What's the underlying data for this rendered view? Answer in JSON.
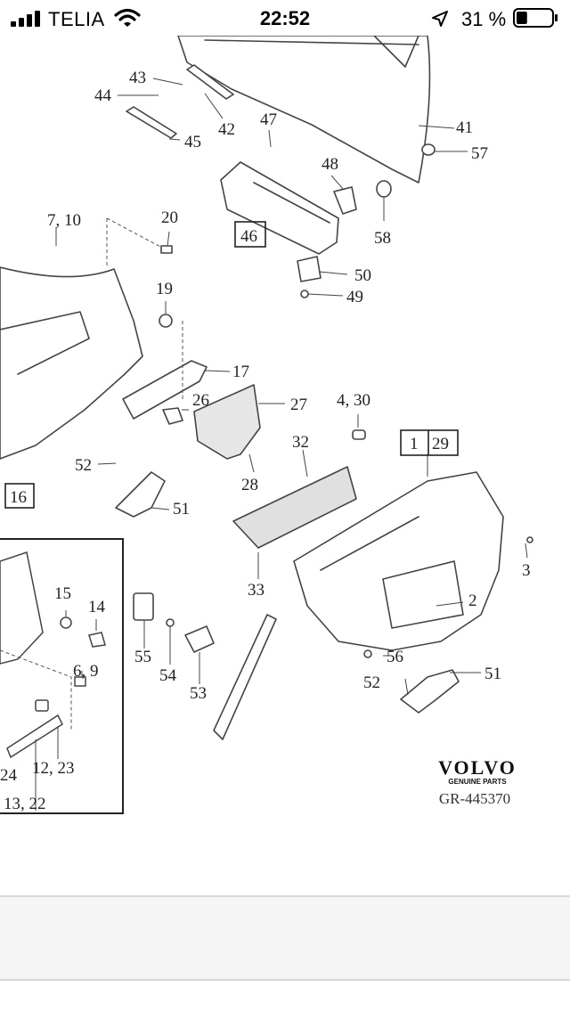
{
  "status_bar": {
    "carrier": "TELIA",
    "time": "22:52",
    "battery_percent": "31 %",
    "battery_level": 0.31,
    "signal_icon": "signal-bars-icon",
    "wifi_icon": "wifi-icon",
    "location_icon": "location-arrow-icon",
    "battery_icon": "battery-icon"
  },
  "diagram": {
    "brand": "VOLVO",
    "brand_sub": "GENUINE PARTS",
    "diagram_code": "GR-445370",
    "callouts": [
      {
        "id": "c43",
        "label": "43"
      },
      {
        "id": "c44",
        "label": "44"
      },
      {
        "id": "c42",
        "label": "42"
      },
      {
        "id": "c45",
        "label": "45"
      },
      {
        "id": "c47",
        "label": "47"
      },
      {
        "id": "c41",
        "label": "41"
      },
      {
        "id": "c57",
        "label": "57"
      },
      {
        "id": "c48",
        "label": "48"
      },
      {
        "id": "c58",
        "label": "58"
      },
      {
        "id": "c46",
        "label": "46"
      },
      {
        "id": "c710",
        "label": "7, 10"
      },
      {
        "id": "c20",
        "label": "20"
      },
      {
        "id": "c50",
        "label": "50"
      },
      {
        "id": "c49",
        "label": "49"
      },
      {
        "id": "c19",
        "label": "19"
      },
      {
        "id": "c17",
        "label": "17"
      },
      {
        "id": "c26",
        "label": "26"
      },
      {
        "id": "c27",
        "label": "27"
      },
      {
        "id": "c430",
        "label": "4, 30"
      },
      {
        "id": "c1",
        "label": "1"
      },
      {
        "id": "c29",
        "label": "29"
      },
      {
        "id": "c32",
        "label": "32"
      },
      {
        "id": "c52a",
        "label": "52"
      },
      {
        "id": "c28",
        "label": "28"
      },
      {
        "id": "c51a",
        "label": "51"
      },
      {
        "id": "c16",
        "label": "16"
      },
      {
        "id": "c3",
        "label": "3"
      },
      {
        "id": "c33",
        "label": "33"
      },
      {
        "id": "c2",
        "label": "2"
      },
      {
        "id": "c15",
        "label": "15"
      },
      {
        "id": "c14",
        "label": "14"
      },
      {
        "id": "c55",
        "label": "55"
      },
      {
        "id": "c54",
        "label": "54"
      },
      {
        "id": "c53",
        "label": "53"
      },
      {
        "id": "c56",
        "label": "56"
      },
      {
        "id": "c52b",
        "label": "52"
      },
      {
        "id": "c51b",
        "label": "51"
      },
      {
        "id": "c69",
        "label": "6, 9"
      },
      {
        "id": "c24",
        "label": "24"
      },
      {
        "id": "c1223",
        "label": "12, 23"
      },
      {
        "id": "c1322",
        "label": "13, 22"
      }
    ]
  }
}
